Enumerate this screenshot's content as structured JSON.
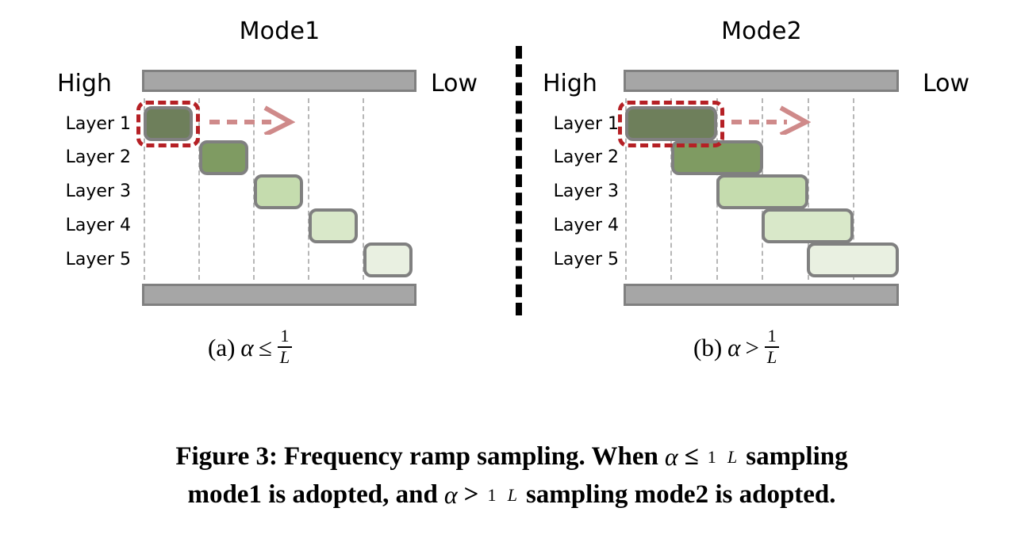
{
  "figure": {
    "caption_prefix": "Figure 3:",
    "caption_line1_a": "Frequency ramp sampling. When",
    "caption_line1_b": "sampling",
    "caption_line2_a": "mode1 is adopted, and",
    "caption_line2_b": "sampling mode2 is adopted.",
    "alpha_symbol": "α",
    "leq_symbol": "≤",
    "gt_symbol": ">",
    "frac_numerator": "1",
    "frac_denominator": "L"
  },
  "colors": {
    "block_border": "#808080",
    "bar_fill": "#a6a6a6",
    "bar_border": "#808080",
    "gridline": "#b7b7b7",
    "highlight_red": "#b52025",
    "arrow_red": "#cf8a8a",
    "divider_black": "#000000",
    "layer_fills": [
      "#6e7f5b",
      "#7f9b62",
      "#c5dcae",
      "#d9e8c9",
      "#e9f0e1"
    ]
  },
  "divider": {
    "name": "panel-divider"
  },
  "panels": [
    {
      "id": "mode1",
      "title": "Mode1",
      "high_label": "High",
      "low_label": "Low",
      "subcaption_lead": "(a)",
      "subcaption_relation": "≤",
      "layers": [
        {
          "label": "Layer 1",
          "fill": "#6e7f5b",
          "highlighted": true
        },
        {
          "label": "Layer 2",
          "fill": "#7f9b62",
          "highlighted": false
        },
        {
          "label": "Layer 3",
          "fill": "#c5dcae",
          "highlighted": false
        },
        {
          "label": "Layer 4",
          "fill": "#d9e8c9",
          "highlighted": false
        },
        {
          "label": "Layer 5",
          "fill": "#e9f0e1",
          "highlighted": false
        }
      ]
    },
    {
      "id": "mode2",
      "title": "Mode2",
      "high_label": "High",
      "low_label": "Low",
      "subcaption_lead": "(b)",
      "subcaption_relation": ">",
      "layers": [
        {
          "label": "Layer 1",
          "fill": "#6e7f5b",
          "highlighted": true
        },
        {
          "label": "Layer 2",
          "fill": "#7f9b62",
          "highlighted": false
        },
        {
          "label": "Layer 3",
          "fill": "#c5dcae",
          "highlighted": false
        },
        {
          "label": "Layer 4",
          "fill": "#d9e8c9",
          "highlighted": false
        },
        {
          "label": "Layer 5",
          "fill": "#e9f0e1",
          "highlighted": false
        }
      ]
    }
  ],
  "chart_data": {
    "type": "diagram",
    "title": "Frequency ramp sampling",
    "description": "Two schematic panels showing sampling windows sliding from high to low frequency across 5 layers.",
    "axis": {
      "left": "High",
      "right": "Low",
      "direction": "high-to-low frequency"
    },
    "panels": [
      {
        "name": "Mode1",
        "condition": "alpha <= 1/L",
        "band_width_fraction": 0.18,
        "gridline_count": 5,
        "bands": [
          {
            "layer": "Layer 1",
            "start_fraction": 0.0,
            "end_fraction": 0.18
          },
          {
            "layer": "Layer 2",
            "start_fraction": 0.2,
            "end_fraction": 0.38
          },
          {
            "layer": "Layer 3",
            "start_fraction": 0.4,
            "end_fraction": 0.58
          },
          {
            "layer": "Layer 4",
            "start_fraction": 0.6,
            "end_fraction": 0.78
          },
          {
            "layer": "Layer 5",
            "start_fraction": 0.8,
            "end_fraction": 0.98
          }
        ]
      },
      {
        "name": "Mode2",
        "condition": "alpha > 1/L",
        "band_width_fraction": 0.33,
        "gridline_count": 5,
        "bands": [
          {
            "layer": "Layer 1",
            "start_fraction": 0.0,
            "end_fraction": 0.33
          },
          {
            "layer": "Layer 2",
            "start_fraction": 0.16,
            "end_fraction": 0.49
          },
          {
            "layer": "Layer 3",
            "start_fraction": 0.33,
            "end_fraction": 0.66
          },
          {
            "layer": "Layer 4",
            "start_fraction": 0.49,
            "end_fraction": 0.82
          },
          {
            "layer": "Layer 5",
            "start_fraction": 0.66,
            "end_fraction": 0.99
          }
        ]
      }
    ]
  }
}
